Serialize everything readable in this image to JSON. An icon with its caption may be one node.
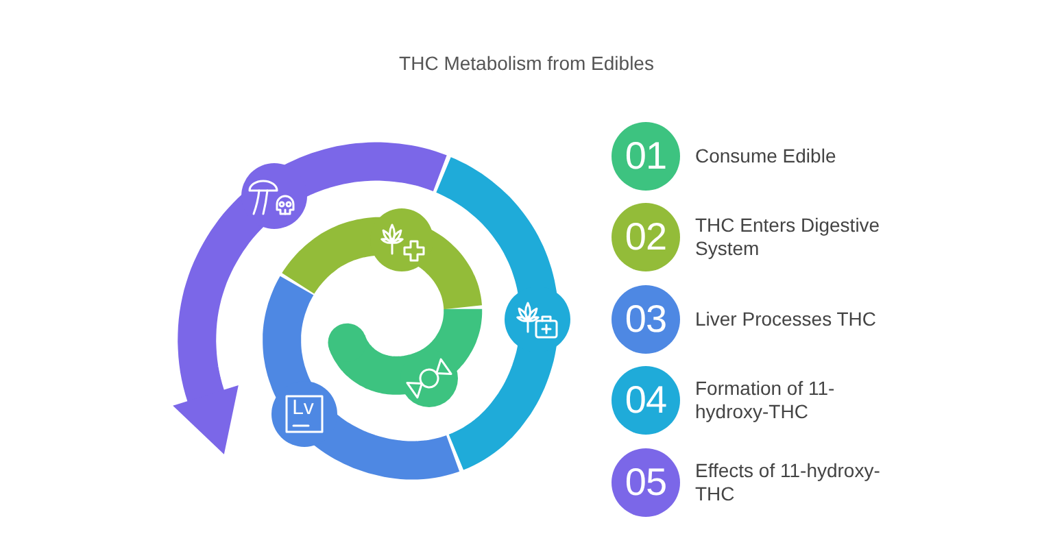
{
  "diagram": {
    "title": "THC Metabolism from Edibles",
    "nodes": [
      {
        "text": [
          "01"
        ],
        "beside": [
          "Consume Edible"
        ]
      },
      {
        "text": [
          "02"
        ],
        "beside": [
          "THC Enters Digestive System"
        ]
      },
      {
        "text": [
          "03"
        ],
        "beside": [
          "Liver Processes THC"
        ]
      },
      {
        "text": [
          "04"
        ],
        "beside": [
          "Formation of 11-hydroxy-THC"
        ]
      },
      {
        "text": [
          "05"
        ],
        "beside": [
          "Effects of 11-hydroxy-THC"
        ]
      }
    ],
    "labels": [
      "Lv"
    ]
  }
}
